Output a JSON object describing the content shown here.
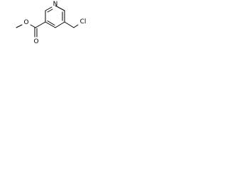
{
  "molecule": {
    "atoms": {
      "ring_n": "N",
      "carbonyl_o": "O",
      "ester_o": "O",
      "chlorine": "Cl"
    }
  },
  "colors": {
    "background": "#ffffff",
    "line": "#000000"
  }
}
